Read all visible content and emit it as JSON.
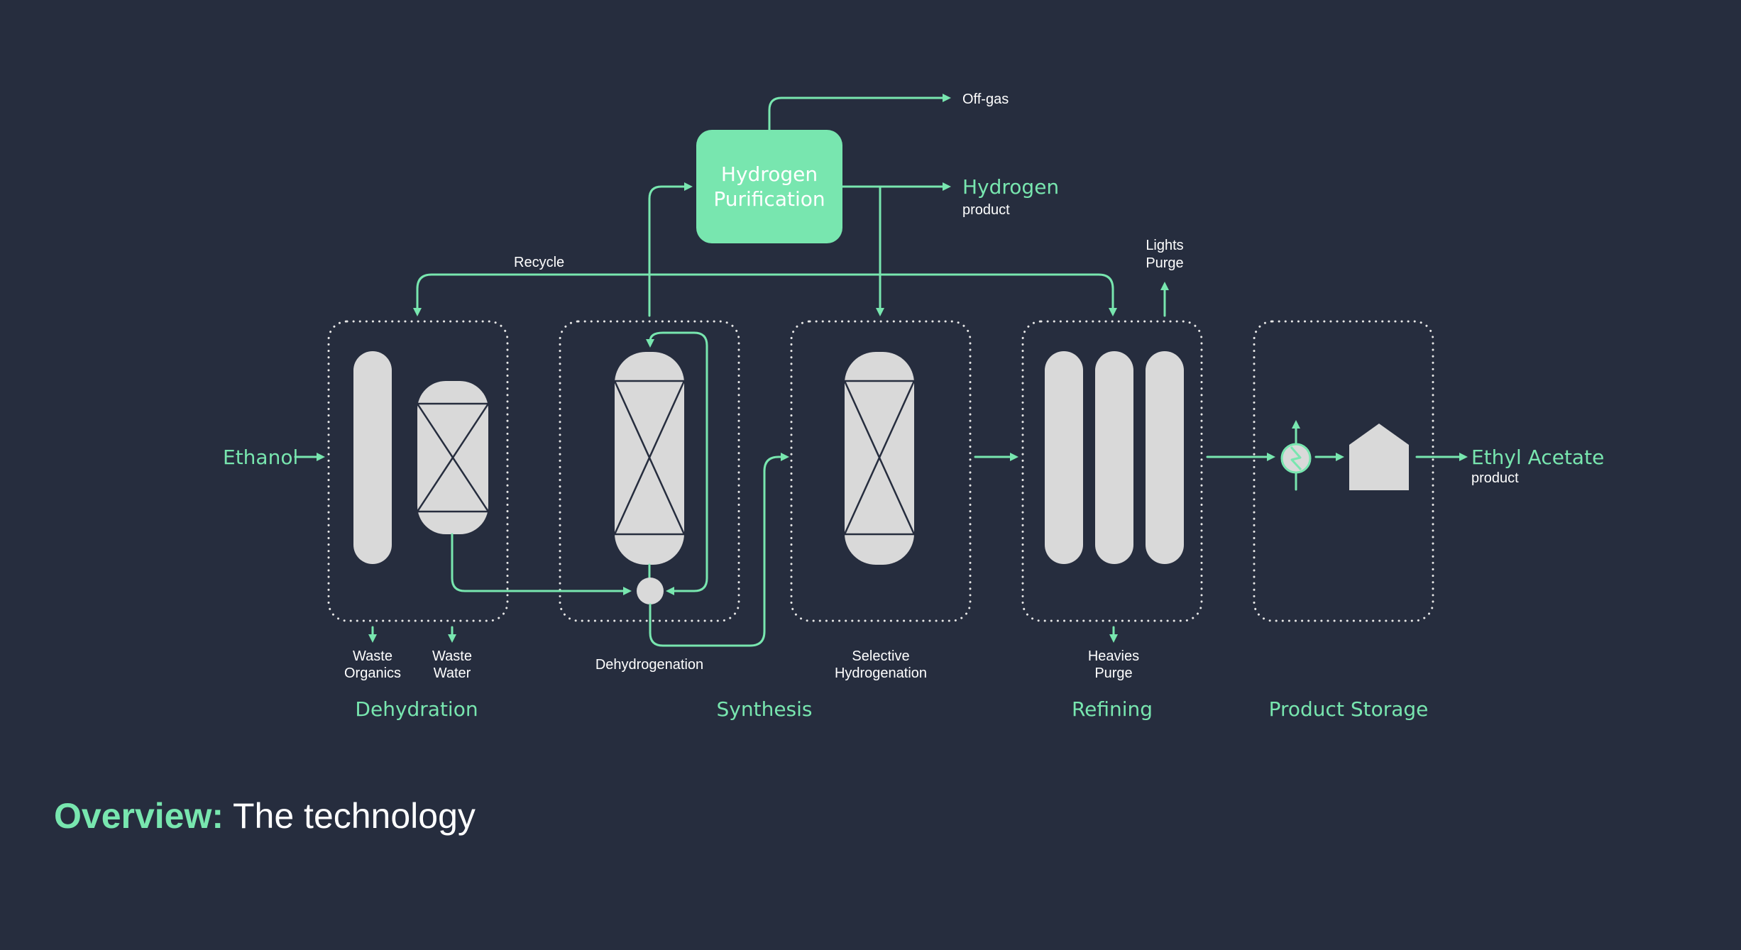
{
  "colors": {
    "background": "#262d3e",
    "accent": "#78e6af",
    "vessel": "#d9d9d9",
    "text": "#ffffff"
  },
  "diagram": {
    "hydrogen_purification": {
      "line1": "Hydrogen",
      "line2": "Purification"
    },
    "off_gas": "Off-gas",
    "hydrogen": {
      "name": "Hydrogen",
      "sub": "product"
    },
    "recycle": "Recycle",
    "lights_purge": {
      "line1": "Lights",
      "line2": "Purge"
    },
    "ethanol": "Ethanol",
    "ethyl_acetate": {
      "name": "Ethyl Acetate",
      "sub": "product"
    },
    "waste_organics": {
      "line1": "Waste",
      "line2": "Organics"
    },
    "waste_water": {
      "line1": "Waste",
      "line2": "Water"
    },
    "dehydrogenation": "Dehydrogenation",
    "selective_hydrogenation": {
      "line1": "Selective",
      "line2": "Hydrogenation"
    },
    "heavies_purge": {
      "line1": "Heavies",
      "line2": "Purge"
    },
    "sections": {
      "dehydration": "Dehydration",
      "synthesis": "Synthesis",
      "refining": "Refining",
      "product_storage": "Product Storage"
    }
  },
  "footer": {
    "accent": "Overview:",
    "title": " The technology"
  }
}
